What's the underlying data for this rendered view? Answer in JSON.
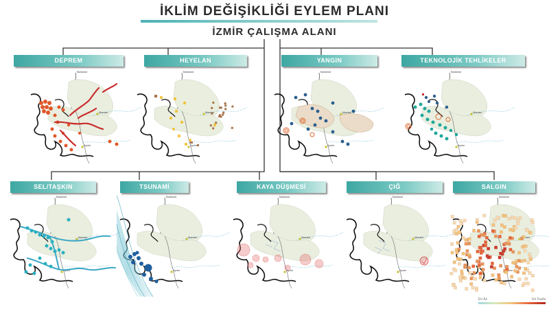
{
  "header": {
    "title": "İKLİM DEĞİŞİKLİĞİ EYLEM PLANI",
    "subtitle": "İZMİR ÇALIŞMA ALANI"
  },
  "map_labels": {
    "north": "Balıkesir",
    "east": "Manisa",
    "south": "Aydın"
  },
  "hazards": [
    {
      "label": "DEPREM"
    },
    {
      "label": "HEYELAN"
    },
    {
      "label": "YANGIN"
    },
    {
      "label": "TEKNOLOJİK TEHLİKELER"
    },
    {
      "label": "SEL/TAŞKIN"
    },
    {
      "label": "TSUNAMİ"
    },
    {
      "label": "KAYA DÜŞMESİ"
    },
    {
      "label": "ÇIĞ"
    },
    {
      "label": "SALGIN"
    }
  ],
  "legend": {
    "low": "En Az",
    "high": "En Fazla"
  },
  "colors": {
    "accent": "#4fb3b3",
    "deprem": "#e0582a",
    "deprem_fault": "#c92d2d",
    "heyelan_yellow": "#f2c43a",
    "heyelan_brown": "#a8744c",
    "yangin_blue": "#2b5f8e",
    "yangin_orange": "#e0692f",
    "teknolojik_teal": "#21a79b",
    "sel_teal": "#2ab0c2",
    "tsunami_blue": "#1f5fa0",
    "kaya_red": "#e06060",
    "cig_red": "#d23a3a",
    "salgin_dark": "#b3231b"
  }
}
